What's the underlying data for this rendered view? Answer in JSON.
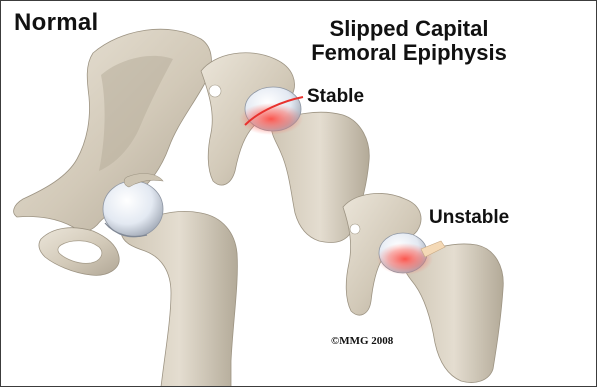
{
  "labels": {
    "normal": "Normal",
    "title_line1": "Slipped Capital",
    "title_line2": "Femoral Epiphysis",
    "stable": "Stable",
    "unstable": "Unstable"
  },
  "copyright": "©MMG 2008",
  "colors": {
    "background": "#ffffff",
    "border": "#3c3c3c",
    "bone": "#d4cbba",
    "bone_shadow": "#a89f8f",
    "cartilage": "#e6ecf4",
    "slip_highlight": "#e8322e"
  }
}
